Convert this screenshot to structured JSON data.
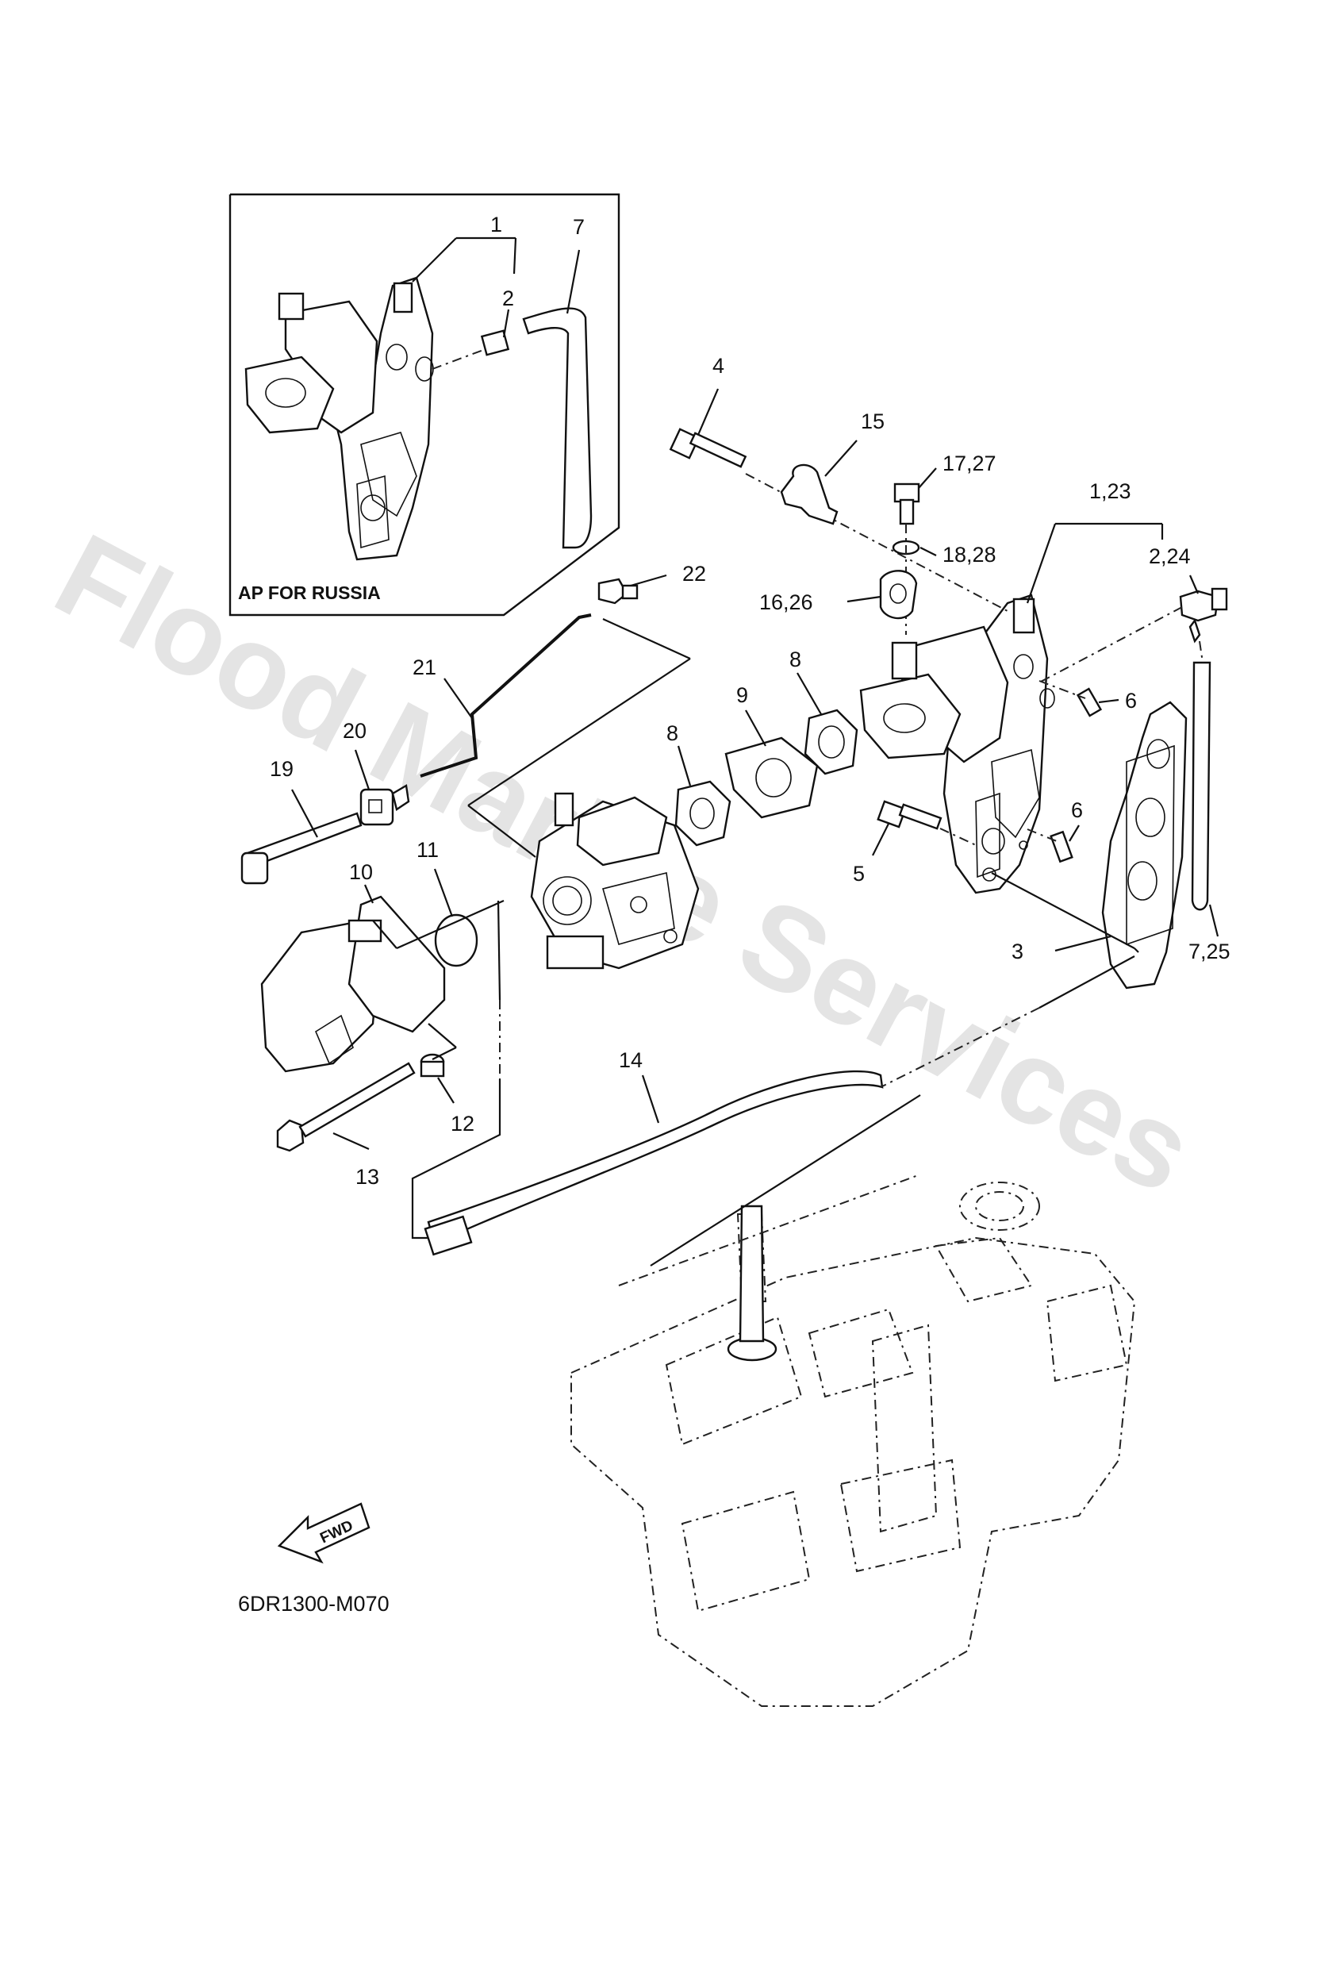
{
  "watermark": "Flood Marine Services",
  "inset": {
    "caption": "AP FOR RUSSIA"
  },
  "figure_code": "6DR1300-M070",
  "fwd_label": "FWD",
  "callouts": {
    "c1": "1",
    "c2": "2",
    "c7": "7",
    "c4": "4",
    "c15": "15",
    "c17_27": "17,27",
    "c1_23": "1,23",
    "c18_28": "18,28",
    "c2_24": "2,24",
    "c22": "22",
    "c16_26": "16,26",
    "c21": "21",
    "c8a": "8",
    "c9": "9",
    "c8b": "8",
    "c6a": "6",
    "c20": "20",
    "c19": "19",
    "c6b": "6",
    "c11": "11",
    "c10": "10",
    "c5": "5",
    "c3": "3",
    "c7_25": "7,25",
    "c14": "14",
    "c12": "12",
    "c13": "13"
  }
}
